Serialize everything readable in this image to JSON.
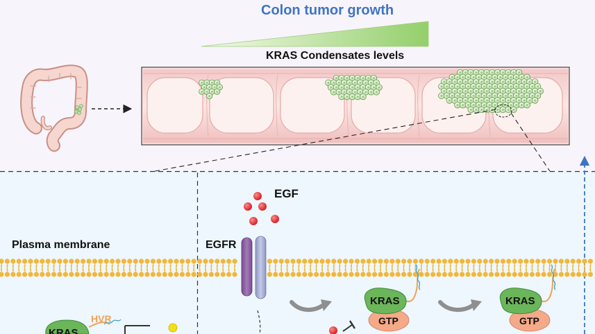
{
  "header": {
    "title": "Colon tumor growth",
    "gradient_label": "KRAS Condensates levels"
  },
  "labels": {
    "egf": "EGF",
    "plasma_membrane": "Plasma membrane",
    "egfr": "EGFR",
    "hvr": "HVR",
    "kras_1": "KRAS",
    "gtp_1": "GTP",
    "kras_2": "KRAS",
    "gtp_2": "GTP",
    "kras_partial": "KRAS"
  },
  "colors": {
    "title": "#3f74c4",
    "top_panel_bg": "#f8f4fb",
    "bottom_panel_bg": "#eef7fd",
    "membrane": "#f2b73a",
    "gradient_start": "#f2f9e8",
    "gradient_end": "#94cf6b",
    "intestine": "#f1c2c2",
    "tumor_cell": "#d5ecc5",
    "egf_dot": "#e0262b",
    "egfr_left": "#9462a6",
    "egfr_right": "#adb5d6",
    "kras": "#6bb55a",
    "gtp": "#f4a988",
    "hvr": "#f0a256",
    "arrow_gray": "#8f8f8f",
    "dashed_blue": "#3c74c4"
  },
  "icons": [
    "colon-organ-icon",
    "tumor-cluster-icon",
    "egf-ligand-icon",
    "egfr-receptor-icon",
    "kras-protein-icon",
    "gtp-icon"
  ]
}
